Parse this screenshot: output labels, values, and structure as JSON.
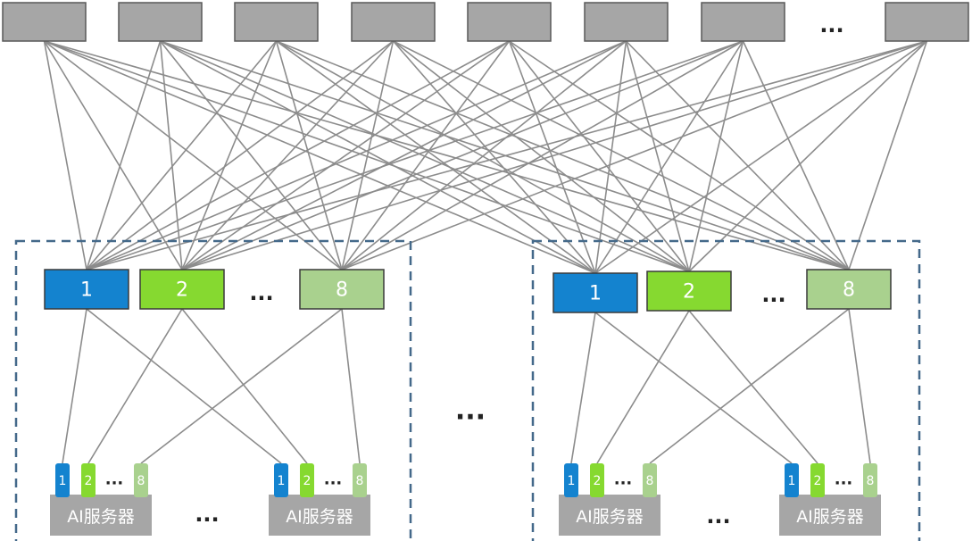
{
  "colors": {
    "spine": "#a6a6a6",
    "spine_border": "#595959",
    "leaf_blue": "#1483cf",
    "leaf_green": "#86d930",
    "leaf_light": "#a9d18e",
    "link": "#8c8c8c",
    "pod_border": "#44698a",
    "server": "#a6a6a6"
  },
  "spine_ellipsis": "...",
  "pod_ellipsis": "...",
  "pods": [
    {
      "leaves": [
        {
          "label": "1",
          "color_key": "leaf_blue"
        },
        {
          "label": "2",
          "color_key": "leaf_green"
        },
        {
          "label": "8",
          "color_key": "leaf_light"
        }
      ],
      "leaf_ellipsis": "...",
      "server_ellipsis": "...",
      "servers": [
        {
          "label": "AI服务器",
          "ports": [
            "1",
            "2",
            "8"
          ],
          "port_ellipsis": "..."
        },
        {
          "label": "AI服务器",
          "ports": [
            "1",
            "2",
            "8"
          ],
          "port_ellipsis": "..."
        }
      ]
    },
    {
      "leaves": [
        {
          "label": "1",
          "color_key": "leaf_blue"
        },
        {
          "label": "2",
          "color_key": "leaf_green"
        },
        {
          "label": "8",
          "color_key": "leaf_light"
        }
      ],
      "leaf_ellipsis": "...",
      "server_ellipsis": "...",
      "servers": [
        {
          "label": "AI服务器",
          "ports": [
            "1",
            "2",
            "8"
          ],
          "port_ellipsis": "..."
        },
        {
          "label": "AI服务器",
          "ports": [
            "1",
            "2",
            "8"
          ],
          "port_ellipsis": "..."
        }
      ]
    }
  ]
}
